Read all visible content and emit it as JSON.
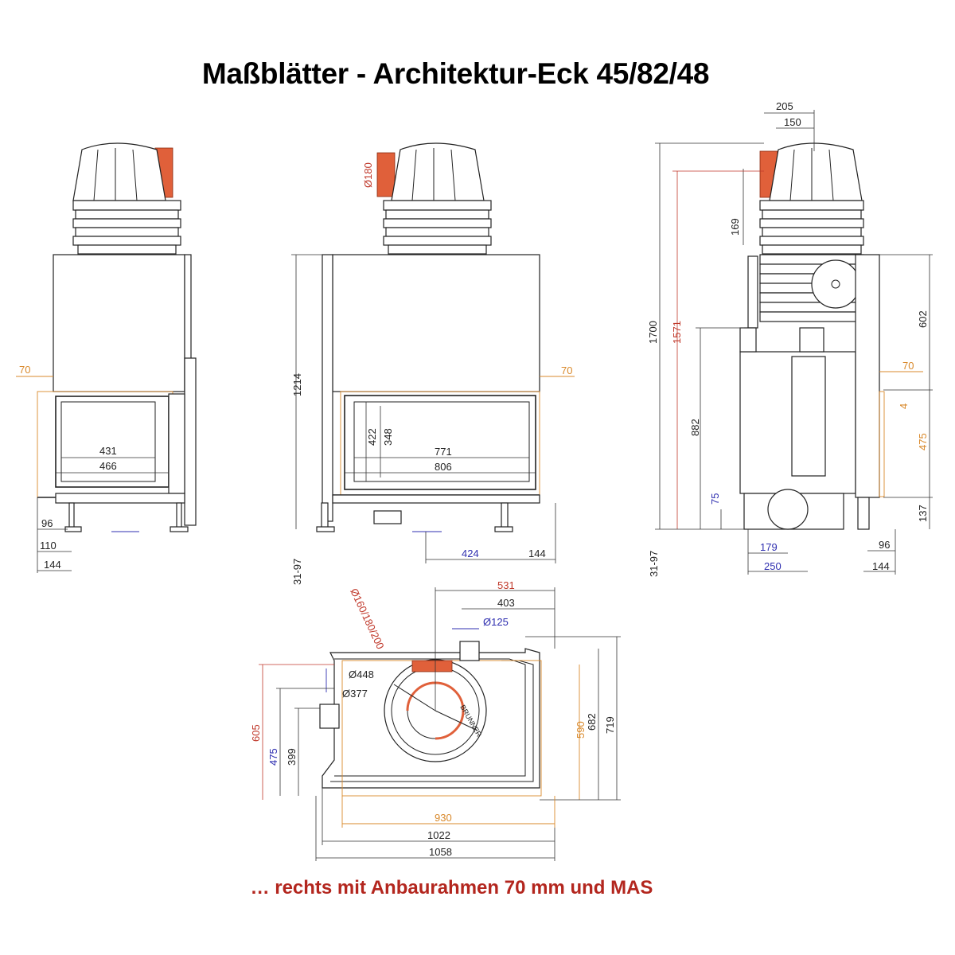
{
  "title": "Maßblätter - Architektur-Eck 45/82/48",
  "footer": "… rechts mit Anbaurahmen 70 mm und MAS",
  "colors": {
    "title": "#000000",
    "footer": "#b3261e",
    "orange_dim": "#d9892b",
    "red_dim": "#c0392b",
    "blue_dim": "#2f2fb0"
  },
  "views": {
    "front": {
      "frame": "70",
      "inner_width": "431",
      "outer_width": "466",
      "foot_96": "96",
      "foot_110": "110",
      "foot_144": "144"
    },
    "side": {
      "flue_diameter": "Ø180",
      "height_total": "1214",
      "glass_422": "422",
      "glass_348": "348",
      "inner_width": "771",
      "outer_width": "806",
      "frame": "70",
      "offset_424": "424",
      "offset_144": "144",
      "feet": "31-97"
    },
    "right": {
      "top_205": "205",
      "top_150": "150",
      "h_169": "169",
      "h_1700": "1700",
      "h_1571": "1571",
      "h_882": "882",
      "h_75": "75",
      "h_602": "602",
      "frame": "70",
      "h_4": "4",
      "h_475": "475",
      "h_137": "137",
      "w_179": "179",
      "w_250": "250",
      "w_96": "96",
      "w_144": "144",
      "feet": "31-97"
    },
    "plan": {
      "flue_options": "Ø160/180/200",
      "w_531": "531",
      "w_403": "403",
      "d_125": "Ø125",
      "d_448": "Ø448",
      "d_377": "Ø377",
      "h_605": "605",
      "h_475": "475",
      "h_399": "399",
      "h_590": "590",
      "h_682": "682",
      "h_719": "719",
      "w_930": "930",
      "w_1022": "1022",
      "w_1058": "1058",
      "brand": "BRUNNER"
    }
  }
}
